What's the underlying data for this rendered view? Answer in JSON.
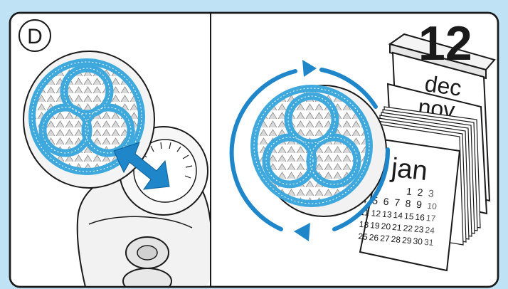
{
  "panel_left": {
    "step_label": "D"
  },
  "panel_right": {
    "year_label": "12",
    "month_top": "dec",
    "month_second": "nov",
    "month_front": "jan",
    "calendar_rows": [
      [
        "1",
        "2",
        "3"
      ],
      [
        "4",
        "5",
        "6",
        "7",
        "8",
        "9",
        "10"
      ],
      [
        "11",
        "12",
        "13",
        "14",
        "15",
        "16",
        "17"
      ],
      [
        "18",
        "19",
        "20",
        "21",
        "22",
        "23",
        "24"
      ],
      [
        "25",
        "26",
        "27",
        "28",
        "29",
        "30",
        "31"
      ]
    ]
  },
  "colors": {
    "frame_blue": "#bfe3f4",
    "bristle_blue": "#3fa9dd",
    "arrow_blue": "#1f86c9",
    "outline": "#1a1a1a"
  }
}
